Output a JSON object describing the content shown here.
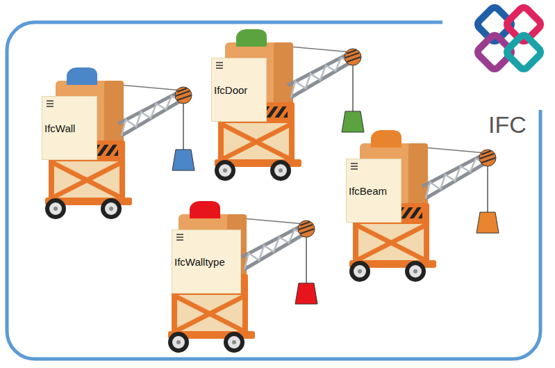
{
  "diagram": {
    "nodes": [
      {
        "text": [
          "IfcWall"
        ]
      },
      {
        "text": [
          "IfcDoor"
        ]
      },
      {
        "text": [
          "IfcBeam"
        ]
      },
      {
        "text": [
          "IfcWalltype"
        ]
      }
    ],
    "labels": [
      "IFC"
    ]
  }
}
